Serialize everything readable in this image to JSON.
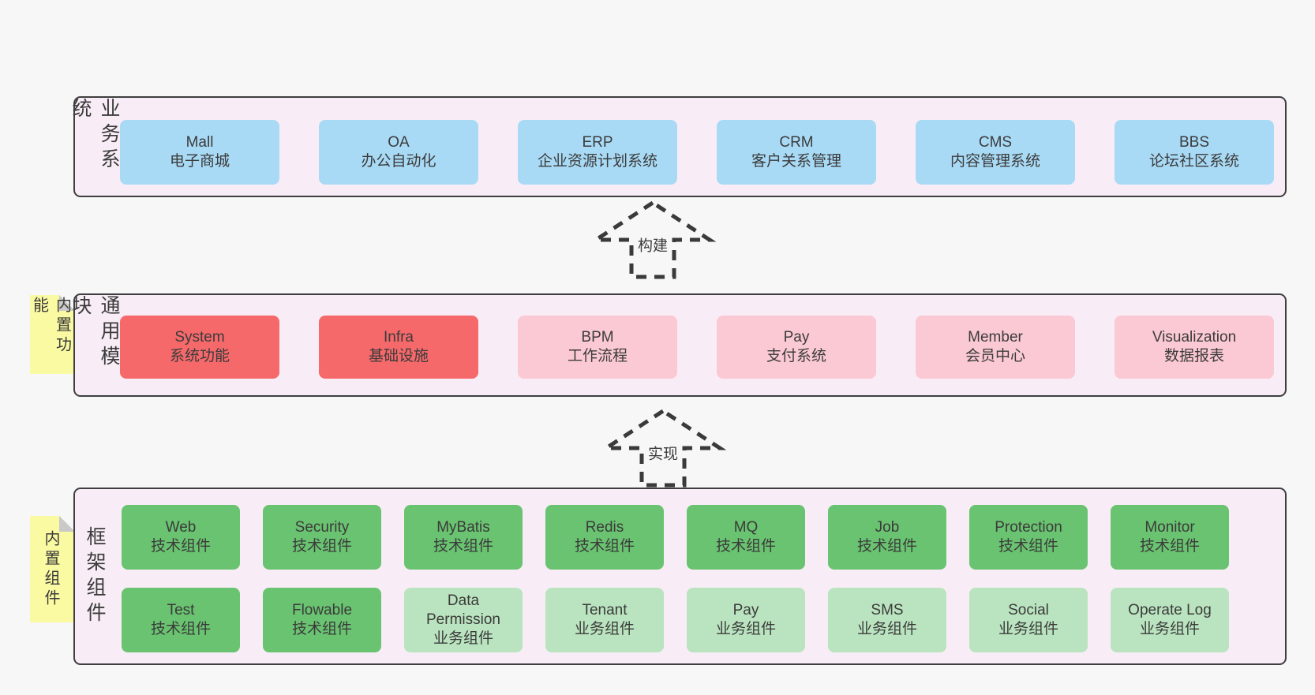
{
  "colors": {
    "page_bg": "#f7f7f7",
    "band_bg": "#f8edf6",
    "band_border": "#3f3f3f",
    "arrow_stroke": "#3a3a3a",
    "blue": "#a9daf5",
    "red": "#f5696b",
    "pink": "#fbc9d3",
    "green": "#69c370",
    "lightgreen": "#bae4bf",
    "sticky_yellow": "#fafaa2",
    "sticky_fold": "#c9c9c9",
    "text": "#3b3b3b"
  },
  "arrows": [
    {
      "label": "构建"
    },
    {
      "label": "实现"
    }
  ],
  "bands": [
    {
      "label": "业务系统",
      "boxes": [
        {
          "en": "Mall",
          "zh": "电子商城",
          "type": "blue"
        },
        {
          "en": "OA",
          "zh": "办公自动化",
          "type": "blue"
        },
        {
          "en": "ERP",
          "zh": "企业资源计划系统",
          "type": "blue"
        },
        {
          "en": "CRM",
          "zh": "客户关系管理",
          "type": "blue"
        },
        {
          "en": "CMS",
          "zh": "内容管理系统",
          "type": "blue"
        },
        {
          "en": "BBS",
          "zh": "论坛社区系统",
          "type": "blue"
        }
      ]
    },
    {
      "label": "通用模块",
      "sticky": "内置功能",
      "boxes": [
        {
          "en": "System",
          "zh": "系统功能",
          "type": "red"
        },
        {
          "en": "Infra",
          "zh": "基础设施",
          "type": "red"
        },
        {
          "en": "BPM",
          "zh": "工作流程",
          "type": "pink"
        },
        {
          "en": "Pay",
          "zh": "支付系统",
          "type": "pink"
        },
        {
          "en": "Member",
          "zh": "会员中心",
          "type": "pink"
        },
        {
          "en": "Visualization",
          "zh": "数据报表",
          "type": "pink"
        }
      ]
    },
    {
      "label": "框架组件",
      "sticky": "内置组件",
      "boxes": [
        {
          "en": "Web",
          "zh": "技术组件",
          "type": "green"
        },
        {
          "en": "Security",
          "zh": "技术组件",
          "type": "green"
        },
        {
          "en": "MyBatis",
          "zh": "技术组件",
          "type": "green"
        },
        {
          "en": "Redis",
          "zh": "技术组件",
          "type": "green"
        },
        {
          "en": "MQ",
          "zh": "技术组件",
          "type": "green"
        },
        {
          "en": "Job",
          "zh": "技术组件",
          "type": "green"
        },
        {
          "en": "Protection",
          "zh": "技术组件",
          "type": "green"
        },
        {
          "en": "Monitor",
          "zh": "技术组件",
          "type": "green"
        },
        {
          "en": "Test",
          "zh": "技术组件",
          "type": "green"
        },
        {
          "en": "Flowable",
          "zh": "技术组件",
          "type": "green"
        },
        {
          "en": "Data Permission",
          "zh": "业务组件",
          "type": "lightgreen"
        },
        {
          "en": "Tenant",
          "zh": "业务组件",
          "type": "lightgreen"
        },
        {
          "en": "Pay",
          "zh": "业务组件",
          "type": "lightgreen"
        },
        {
          "en": "SMS",
          "zh": "业务组件",
          "type": "lightgreen"
        },
        {
          "en": "Social",
          "zh": "业务组件",
          "type": "lightgreen"
        },
        {
          "en": "Operate Log",
          "zh": "业务组件",
          "type": "lightgreen"
        }
      ]
    }
  ]
}
